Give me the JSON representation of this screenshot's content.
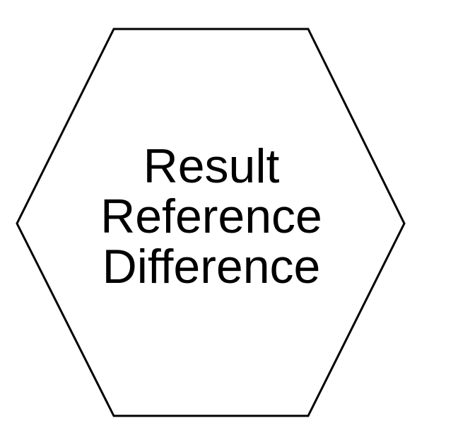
{
  "diagram": {
    "node": {
      "shape": "hexagon",
      "lines": [
        "Result",
        "Reference",
        "Difference"
      ],
      "stroke_color": "#000000",
      "fill_color": "#ffffff"
    }
  }
}
